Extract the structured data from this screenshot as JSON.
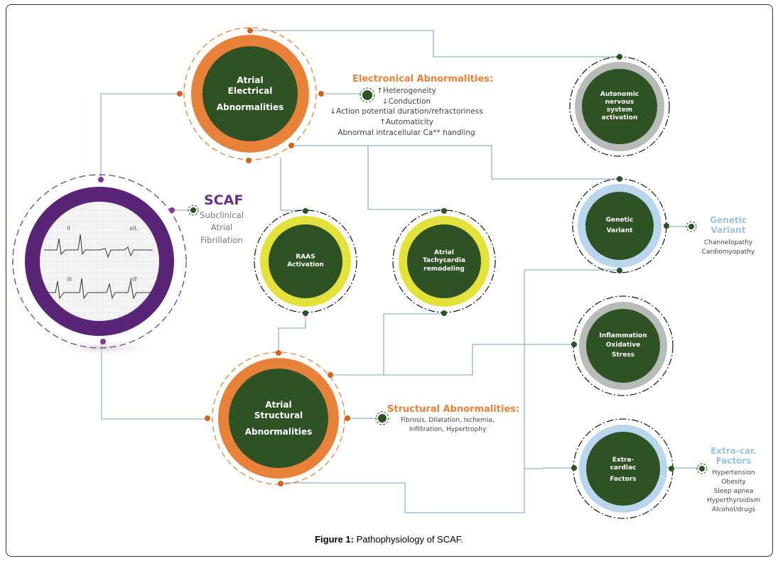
{
  "nodes": {
    "electrical": [
      "Atrial",
      "Electrical",
      "Abnormalities"
    ],
    "structural": [
      "Atrial",
      "Structural",
      "Abnormalities"
    ],
    "autonomic": [
      "Autonomic",
      "nervous",
      "system",
      "activation"
    ],
    "genetic": [
      "Genetic",
      "Variant"
    ],
    "raas": [
      "RAAS",
      "Activation"
    ],
    "tachycardia": [
      "Atrial",
      "Tachycardia",
      "remodeling"
    ],
    "inflammation": [
      "Inflammation",
      "Oxidative",
      "Stress"
    ],
    "extracardiac": [
      "Extra-",
      "cardiac",
      "Factors"
    ]
  },
  "scaf": {
    "title": "SCAF",
    "subtitle": [
      "Subclinical",
      "Atrial",
      "Fibrillation"
    ],
    "ecg_leads": [
      "II",
      "aIL",
      "III",
      "aIF"
    ]
  },
  "electronical": {
    "heading": "Electronical Abnormalities:",
    "items": [
      "↑Heterogeneity",
      "↓Conduction",
      "↓Action potential duration/refractoriness",
      "↑Automaticity",
      "Abnormal intracellular Ca** handling"
    ]
  },
  "structural_box": {
    "heading": "Structural Abnormalities:",
    "items": [
      "Fibrosis, Dilatation, Ischemia,",
      "Infiltration, Hypertrophy"
    ]
  },
  "genetic_box": {
    "heading": [
      "Genetic",
      "Variant"
    ],
    "items": [
      "Channelopathy",
      "Cardiomyopathy"
    ]
  },
  "extra_box": {
    "heading": [
      "Extra-car.",
      "Factors"
    ],
    "items": [
      "Hypertension",
      "Obesity",
      "Sleep apnea",
      "Hyperthyroidism",
      "Alcohol/drugs"
    ]
  },
  "caption": {
    "label": "Figure 1:",
    "text": " Pathophysiology of SCAF."
  },
  "colors": {
    "dark_green": "#2f5224",
    "orange": "#e8823a",
    "purple": "#5a2577",
    "yellow": "#e2e23a",
    "light_blue": "#b9d6ec",
    "gray": "#b8bcb8",
    "line_blue": "#8fb4cf",
    "scaf_purple": "#6b2f86"
  }
}
